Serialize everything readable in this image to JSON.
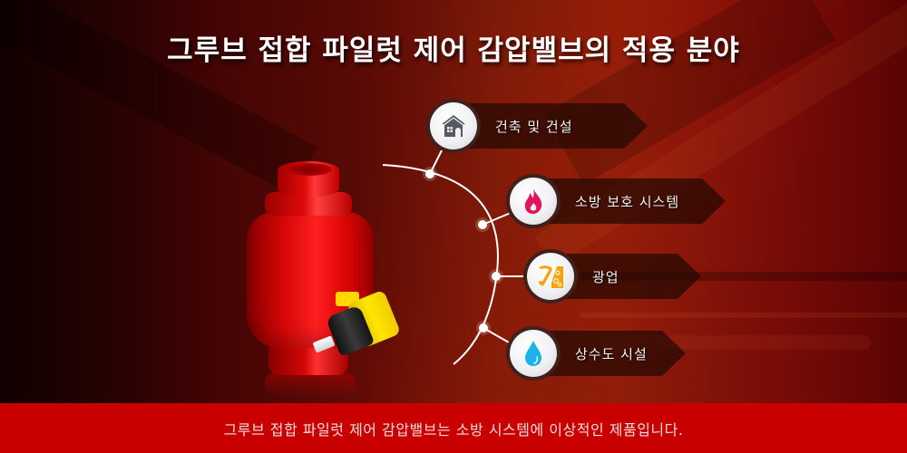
{
  "header": {
    "title": "그루브 접합 파일럿 제어 감압밸브의 적용 분야"
  },
  "product": {
    "name": "grooved pilot-controlled pressure reducing valve",
    "body_color": "#e00a0a",
    "pilot_color": "#ffe600"
  },
  "applications": [
    {
      "label": "건축 및 건설",
      "icon": "house-icon",
      "icon_color": "#555a63"
    },
    {
      "label": "소방 보호 시스템",
      "icon": "flame-icon",
      "icon_color": "#e0155a"
    },
    {
      "label": "광업",
      "icon": "pickaxe-mining-icon",
      "icon_color": "#f7a400"
    },
    {
      "label": "상수도 시설",
      "icon": "water-drop-icon",
      "icon_color": "#1ab4e8"
    }
  ],
  "footer": {
    "text": "그루브 접합 파일럿 제어 감압밸브는 소방 시스템에 이상적인 제품입니다."
  },
  "colors": {
    "footer_bg": "#c80000",
    "background_dark": "#3a0303",
    "background_mid": "#8c1d0a"
  }
}
